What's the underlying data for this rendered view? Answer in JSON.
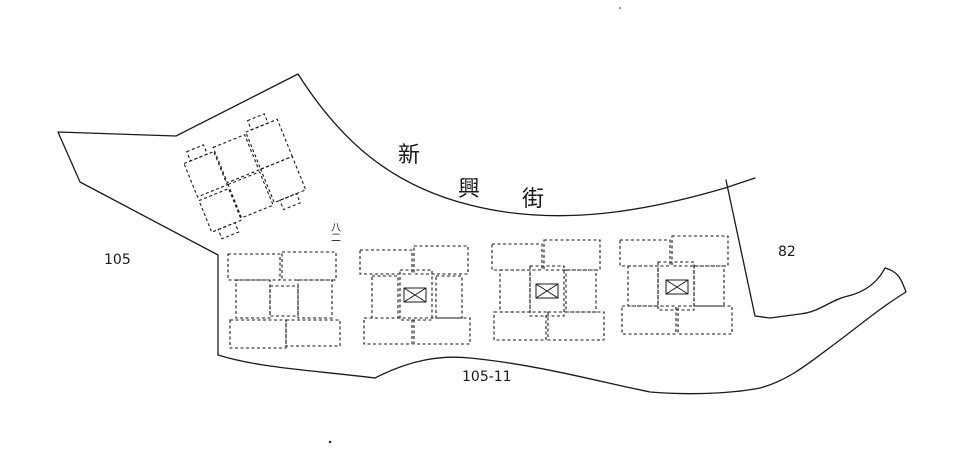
{
  "labels": {
    "street_char_1": "新",
    "street_char_2": "興",
    "street_char_3": "街",
    "parcel_west": "105",
    "parcel_south": "105-11",
    "parcel_east": "82",
    "note_mark": "八二"
  }
}
